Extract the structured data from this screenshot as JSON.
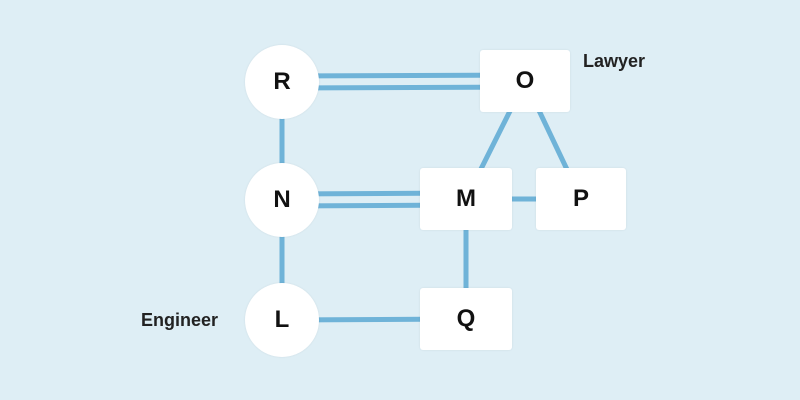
{
  "colors": {
    "background": "#deeef5",
    "link": "#6fb3d8",
    "node_fill": "#ffffff"
  },
  "nodes": {
    "R": {
      "label": "R",
      "shape": "circle"
    },
    "N": {
      "label": "N",
      "shape": "circle"
    },
    "L": {
      "label": "L",
      "shape": "circle"
    },
    "O": {
      "label": "O",
      "shape": "square"
    },
    "M": {
      "label": "M",
      "shape": "square"
    },
    "P": {
      "label": "P",
      "shape": "square"
    },
    "Q": {
      "label": "Q",
      "shape": "square"
    }
  },
  "edges": [
    {
      "from": "R",
      "to": "O",
      "type": "double"
    },
    {
      "from": "N",
      "to": "M",
      "type": "double"
    },
    {
      "from": "R",
      "to": "N",
      "type": "single"
    },
    {
      "from": "N",
      "to": "L",
      "type": "single"
    },
    {
      "from": "L",
      "to": "Q",
      "type": "single"
    },
    {
      "from": "M",
      "to": "Q",
      "type": "single"
    },
    {
      "from": "M",
      "to": "P",
      "type": "single"
    },
    {
      "from": "O",
      "to": "M",
      "type": "single"
    },
    {
      "from": "O",
      "to": "P",
      "type": "single"
    }
  ],
  "annotations": {
    "lawyer": "Lawyer",
    "engineer": "Engineer"
  }
}
